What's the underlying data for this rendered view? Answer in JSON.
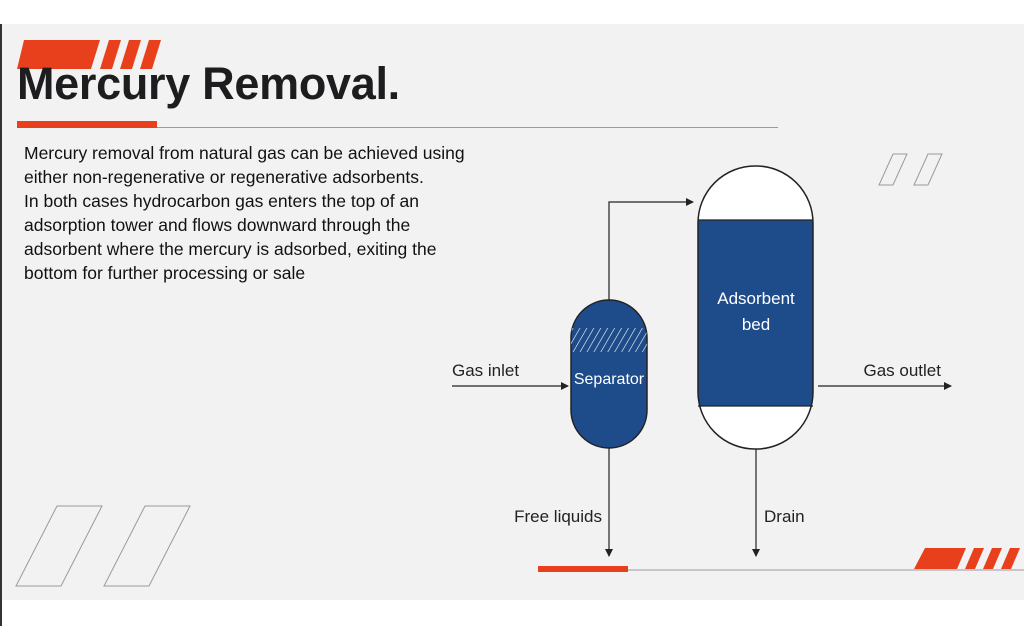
{
  "slide": {
    "title": "Mercury Removal.",
    "body_lines": [
      "Mercury removal from natural gas can be achieved using",
      "either non-regenerative or regenerative adsorbents.",
      "In both cases hydrocarbon gas enters the top of an",
      "adsorption tower and flows downward through the",
      "adsorbent where the mercury is adsorbed, exiting the",
      "bottom for further processing or sale"
    ]
  },
  "diagram": {
    "labels": {
      "gas_inlet": "Gas inlet",
      "separator": "Separator",
      "adsorbent_bed_line1": "Adsorbent",
      "adsorbent_bed_line2": "bed",
      "gas_outlet": "Gas outlet",
      "free_liquids": "Free liquids",
      "drain": "Drain"
    },
    "colors": {
      "vessel_fill": "#1e4b8a",
      "accent": "#e8401c",
      "line": "#222222"
    }
  }
}
